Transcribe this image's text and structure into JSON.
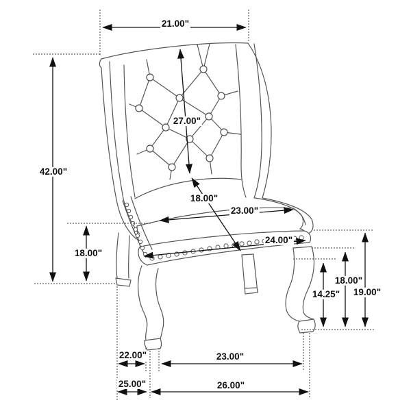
{
  "figure": {
    "type": "furniture-dimension-diagram",
    "subject": "tufted wingback arm chair line drawing",
    "units": "inches"
  },
  "colors": {
    "background": "#ffffff",
    "drawing_line": "#555555",
    "dimension_line": "#111111",
    "label_text": "#111111"
  },
  "dimensions": {
    "top_back_width": "21.00\"",
    "overall_height": "42.00\"",
    "back_height": "27.00\"",
    "seat_depth_diagonal": "18.00\"",
    "seat_width": "23.00\"",
    "front_rail_width": "24.00\"",
    "seat_height_left": "18.00\"",
    "front_leg_height": "14.25\"",
    "floor_to_rail_bottom": "18.00\"",
    "floor_to_rail_top": "19.00\"",
    "back_leg_offset": "22.00\"",
    "front_leg_spacing": "23.00\"",
    "base_depth": "25.00\"",
    "base_width": "26.00\""
  }
}
